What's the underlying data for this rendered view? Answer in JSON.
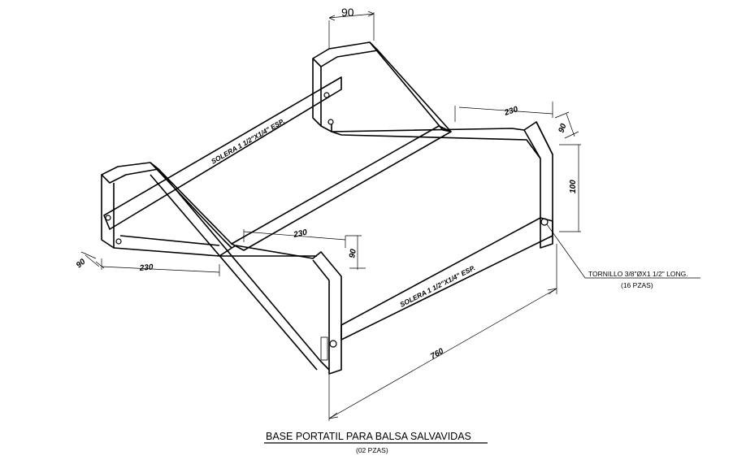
{
  "drawing": {
    "title": "BASE PORTATIL PARA BALSA SALVAVIDAS",
    "subtitle": "(02 PZAS)",
    "solera_label_top": "SOLERA 1 1/2\"X1/4\" ESP.",
    "solera_label_front": "SOLERA 1 1/2\"X1/4\" ESP.",
    "bolt_callout_line1": "TORNILLO 3/8\"ØX1 1/2\" LONG.",
    "bolt_callout_line2": "(16 PZAS)",
    "dimensions": {
      "top_width": "90",
      "right_depth": "230",
      "right_width": "90",
      "right_height": "100",
      "center_depth": "230",
      "center_width": "90",
      "left_width": "90",
      "left_depth": "230",
      "length": "760"
    }
  }
}
